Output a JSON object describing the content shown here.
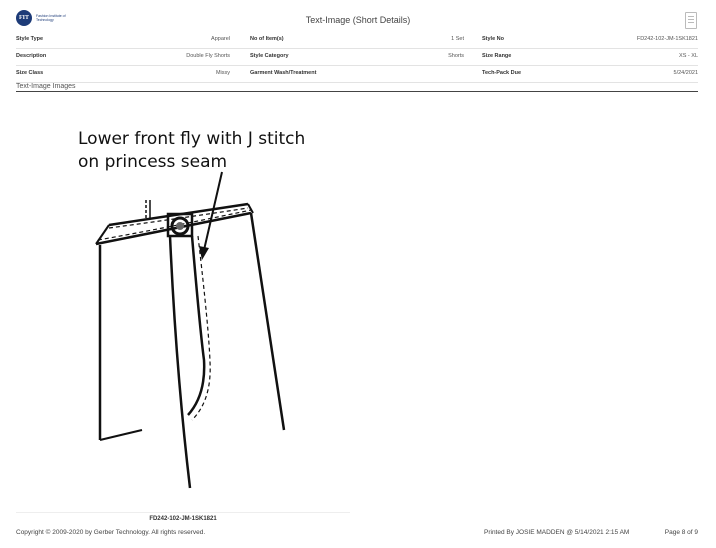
{
  "header": {
    "logo_mark": "FIT",
    "logo_text": "Fashion Institute of Technology",
    "title": "Text-Image (Short Details)"
  },
  "details": {
    "rows": [
      [
        {
          "label": "Style Type",
          "value": "Apparel"
        },
        {
          "label": "No of Item(s)",
          "value": "1 Set"
        },
        {
          "label": "Style No",
          "value": "FD242-102-JM-1SK1821"
        }
      ],
      [
        {
          "label": "Description",
          "value": "Double Fly Shorts"
        },
        {
          "label": "Style Category",
          "value": "Shorts"
        },
        {
          "label": "Size Range",
          "value": "XS - XL"
        }
      ],
      [
        {
          "label": "Size Class",
          "value": "Missy"
        },
        {
          "label": "Garment Wash/Treatment",
          "value": ""
        },
        {
          "label": "Tech-Pack Due",
          "value": "5/24/2021"
        }
      ]
    ]
  },
  "section_title": "Text-Image Images",
  "image": {
    "annotation_line1": "Lower front fly with J stitch",
    "annotation_line2": "on princess seam",
    "caption": "FD242-102-JM-1SK1821"
  },
  "footer": {
    "copyright": "Copyright © 2009-2020 by Gerber Technology. All rights reserved.",
    "printed_by": "Printed By JOSIE MADDEN @ 5/14/2021 2:15 AM",
    "page": "Page 8 of 9"
  }
}
